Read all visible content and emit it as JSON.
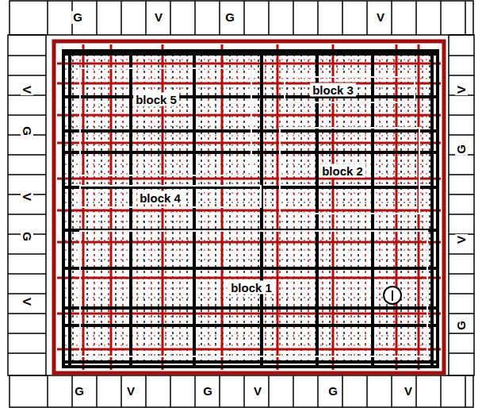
{
  "diagram": {
    "nodes": [
      {
        "text": [
          "block 5"
        ]
      },
      {
        "text": [
          "block 3"
        ]
      },
      {
        "text": [
          "block 2"
        ]
      },
      {
        "text": [
          "block 4"
        ]
      },
      {
        "text": [
          "block 1"
        ]
      }
    ],
    "labels": [
      "G",
      "V",
      "G",
      "V",
      "V",
      "G",
      "V",
      "G",
      "V",
      "V",
      "G",
      "V",
      "G",
      "G",
      "V",
      "G",
      "V",
      "G",
      "V"
    ]
  }
}
